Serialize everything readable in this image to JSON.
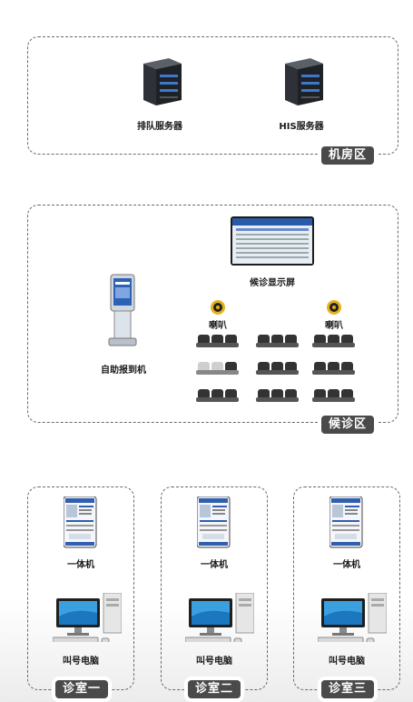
{
  "server_room": {
    "zone_label": "机房区",
    "queue_server": "排队服务器",
    "his_server": "HIS服务器"
  },
  "waiting_area": {
    "zone_label": "候诊区",
    "display_screen": "候诊显示屏",
    "kiosk": "自助报到机",
    "speaker_left": "喇叭",
    "speaker_right": "喇叭"
  },
  "rooms": [
    {
      "zone_label": "诊室一",
      "terminal": "一体机",
      "pc": "叫号电脑"
    },
    {
      "zone_label": "诊室二",
      "terminal": "一体机",
      "pc": "叫号电脑"
    },
    {
      "zone_label": "诊室三",
      "terminal": "一体机",
      "pc": "叫号电脑"
    }
  ]
}
